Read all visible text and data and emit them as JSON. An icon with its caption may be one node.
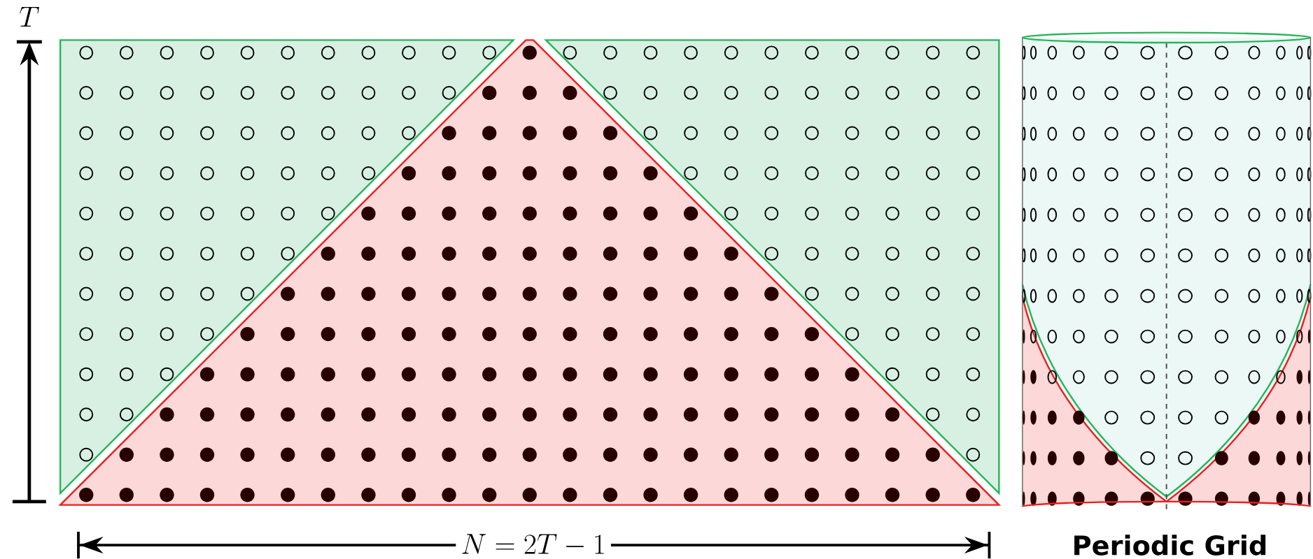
{
  "diagram": {
    "labels": [
      "T",
      "N = 2T - 1",
      "Periodic Grid"
    ]
  }
}
